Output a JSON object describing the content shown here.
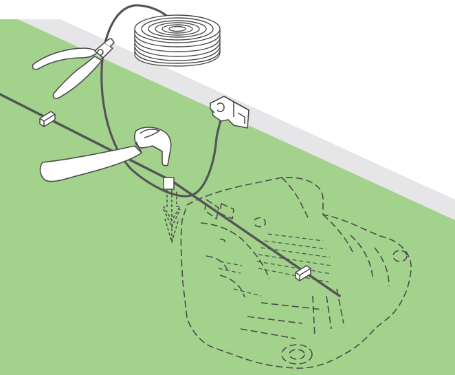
{
  "colors": {
    "lawn": "#a3d28c",
    "paving": "#e6e6e9",
    "wire": "#555555",
    "outline": "#4a4a4a",
    "background": "#ffffff",
    "part_fill": "#ffffff"
  },
  "items": [
    {
      "id": "grass-area",
      "icon": "lawn"
    },
    {
      "id": "paved-border",
      "icon": "paving"
    },
    {
      "id": "boundary-wire-roll",
      "icon": "coil-icon"
    },
    {
      "id": "pliers",
      "icon": "pliers-icon"
    },
    {
      "id": "hammer",
      "icon": "hammer-icon"
    },
    {
      "id": "wire-connector",
      "icon": "connector-icon"
    },
    {
      "id": "staples",
      "icon": "staple-icon",
      "count": 3
    },
    {
      "id": "robotic-mower-outline",
      "icon": "mower-icon"
    },
    {
      "id": "push-down-arrow",
      "icon": "arrow-down-icon"
    }
  ]
}
